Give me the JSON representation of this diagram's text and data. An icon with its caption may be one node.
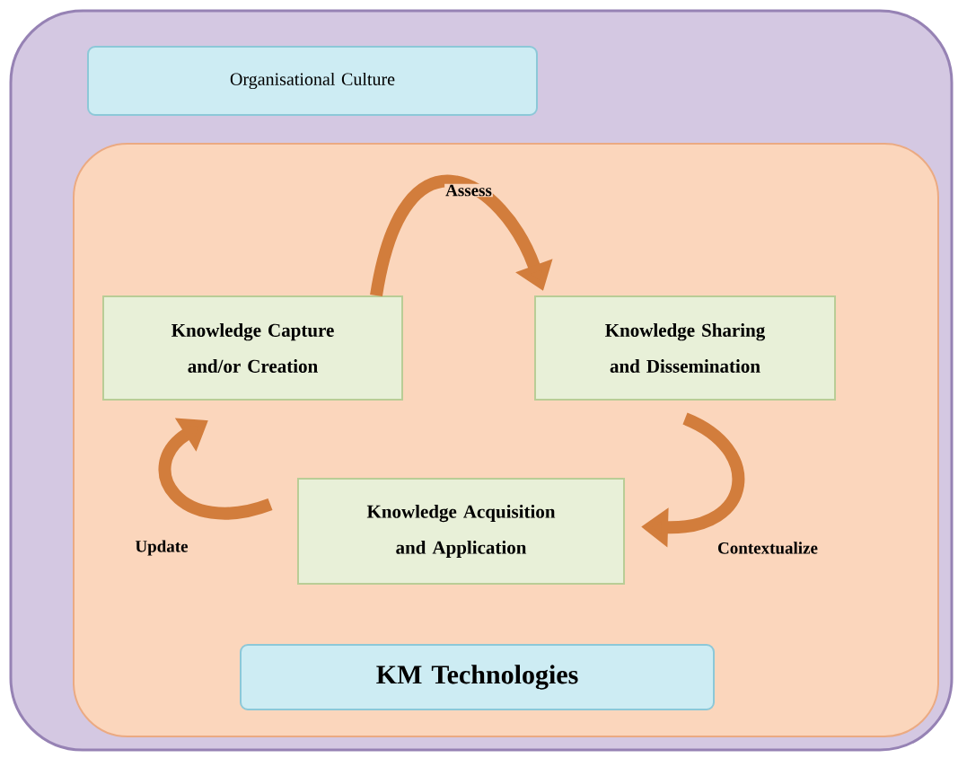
{
  "diagram": {
    "nodes": [
      {
        "text": [],
        "shape": "box"
      },
      {
        "text": [
          "Organisational Culture"
        ],
        "in": 0
      },
      {
        "text": [],
        "shape": "box",
        "in": 0
      },
      {
        "text": [
          "Knowledge Capture and/or Creation"
        ],
        "in": 2
      },
      {
        "text": [
          "Knowledge Sharing and Dissemination"
        ],
        "in": 2
      },
      {
        "text": [
          "Knowledge Acquisition and Application"
        ],
        "in": 2
      },
      {
        "text": [
          "KM Technologies"
        ],
        "in": 2
      }
    ],
    "edges": [
      {
        "from": 3,
        "to": 4,
        "arrow": "to",
        "label": "Assess"
      },
      {
        "from": 4,
        "to": 5,
        "arrow": "to",
        "label": "Contextualize"
      },
      {
        "from": 5,
        "to": 3,
        "arrow": "to",
        "label": "Update"
      }
    ]
  }
}
